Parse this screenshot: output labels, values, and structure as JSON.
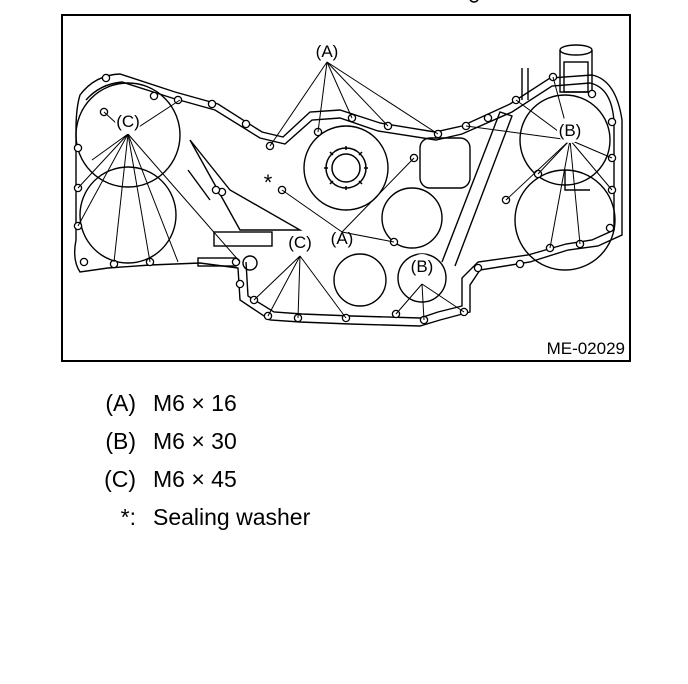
{
  "diagram": {
    "figure_id": "ME-02029",
    "callouts": {
      "a": "(A)",
      "b": "(B)",
      "c": "(C)",
      "star": "*"
    }
  },
  "legend": [
    {
      "key": "(A)",
      "value": "M6 × 16"
    },
    {
      "key": "(B)",
      "value": "M6 × 30"
    },
    {
      "key": "(C)",
      "value": "M6 × 45"
    },
    {
      "key": "*:",
      "value": "Sealing washer"
    }
  ]
}
